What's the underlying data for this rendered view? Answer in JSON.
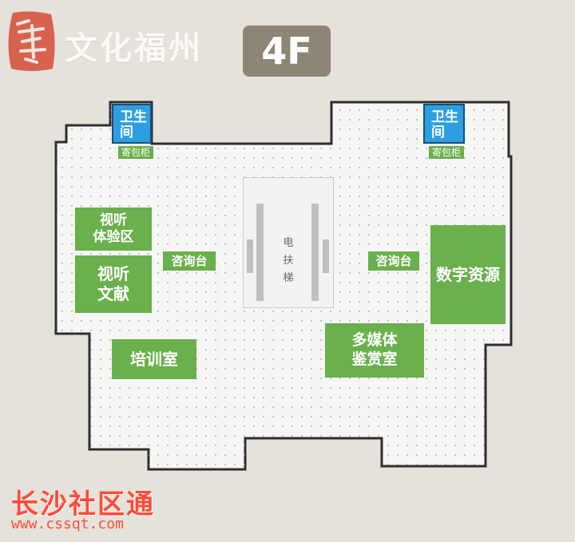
{
  "header": {
    "title": "文化福州",
    "floor": "4F",
    "seal_icon": "seal-stamp-icon"
  },
  "rooms": {
    "av_experience": "视听\n体验区",
    "av_literature": "视听\n文献",
    "training": "培训室",
    "multimedia": "多媒体\n鉴赏室",
    "digital": "数字资源",
    "info_left": "咨询台",
    "info_right": "咨询台",
    "wc_left": "卫生\n间",
    "wc_right": "卫生\n间",
    "locker_left": "寄包柜",
    "locker_right": "寄包柜",
    "escalator": "电\n扶\n梯"
  },
  "watermark": {
    "title": "长沙社区通",
    "url": "www.cssqt.com"
  },
  "colors": {
    "room": "#6ab04c",
    "restroom": "#2d9fe0",
    "floor": "#f6f6f4",
    "wall": "#2e2e2e",
    "badge": "#8d8575",
    "watermark": "#ff4b3a"
  }
}
